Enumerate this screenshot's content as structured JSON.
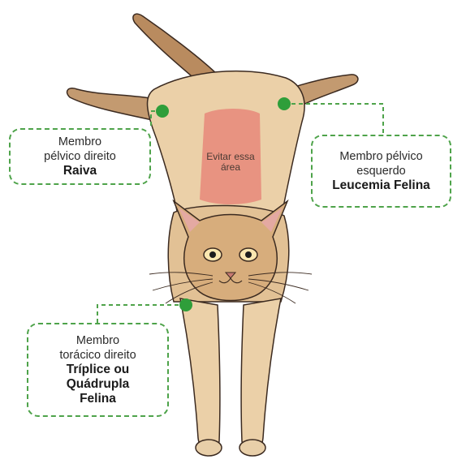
{
  "callouts": {
    "right_hind_leg": {
      "line1": "Membro",
      "line2": "pélvico direito",
      "vaccine": "Raiva"
    },
    "left_hind_leg": {
      "line1": "Membro pélvico",
      "line2": "esquerdo",
      "vaccine": "Leucemia Felina"
    },
    "right_front_leg": {
      "line1": "Membro",
      "line2": "torácico direito",
      "vaccine_line1": "Tríplice ou",
      "vaccine_line2": "Quádrupla",
      "vaccine_line3": "Felina"
    }
  },
  "avoid_zone": {
    "line1": "Evitar",
    "line2": "essa",
    "line3": "área"
  },
  "colors": {
    "marker": "#2f9e3a",
    "dashed_border": "#4ea34a",
    "avoid_zone": "#e8887a",
    "fur": "#ebd0a8",
    "fur_dark": "#c9a077"
  }
}
